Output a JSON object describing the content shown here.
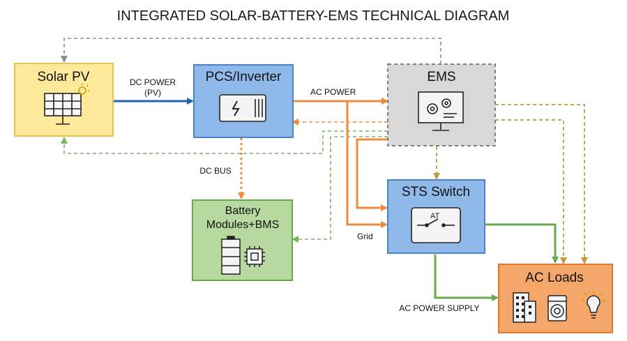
{
  "title": "INTEGRATED SOLAR-BATTERY-EMS TECHNICAL DIAGRAM",
  "nodes": {
    "solar": {
      "label": "Solar PV",
      "icon": "solar-panel-icon"
    },
    "pcs": {
      "label": "PCS/Inverter",
      "icon": "inverter-icon"
    },
    "ems": {
      "label": "EMS",
      "icon": "monitor-gears-icon"
    },
    "battery": {
      "label_line1": "Battery",
      "label_line2": "Modules+BMS",
      "icon": "battery-chip-icon"
    },
    "sts": {
      "label": "STS Switch",
      "icon": "transfer-switch-icon",
      "switch_text": "AT"
    },
    "loads": {
      "label": "AC Loads",
      "icons": [
        "building-icon",
        "washing-machine-icon",
        "lightbulb-icon"
      ]
    }
  },
  "edges": {
    "dc_power_line1": "DC POWER",
    "dc_power_line2": "(PV)",
    "ac_power": "AC POWER",
    "dc_bus": "DC BUS",
    "grid": "Grid",
    "ac_power_supply": "AC POWER SUPPLY"
  },
  "colors": {
    "dc": "#1f63b6",
    "ac": "#ee8a3c",
    "supply": "#6aa84f",
    "control": "#c49a3a",
    "feedback": "#8c8c8c",
    "solar_fill": "#fde99a",
    "pcs_fill": "#8fb9e9",
    "ems_fill": "#d8d8d8",
    "battery_fill": "#b7d9a0",
    "sts_fill": "#8fb9e9",
    "loads_fill": "#f5a76a"
  }
}
